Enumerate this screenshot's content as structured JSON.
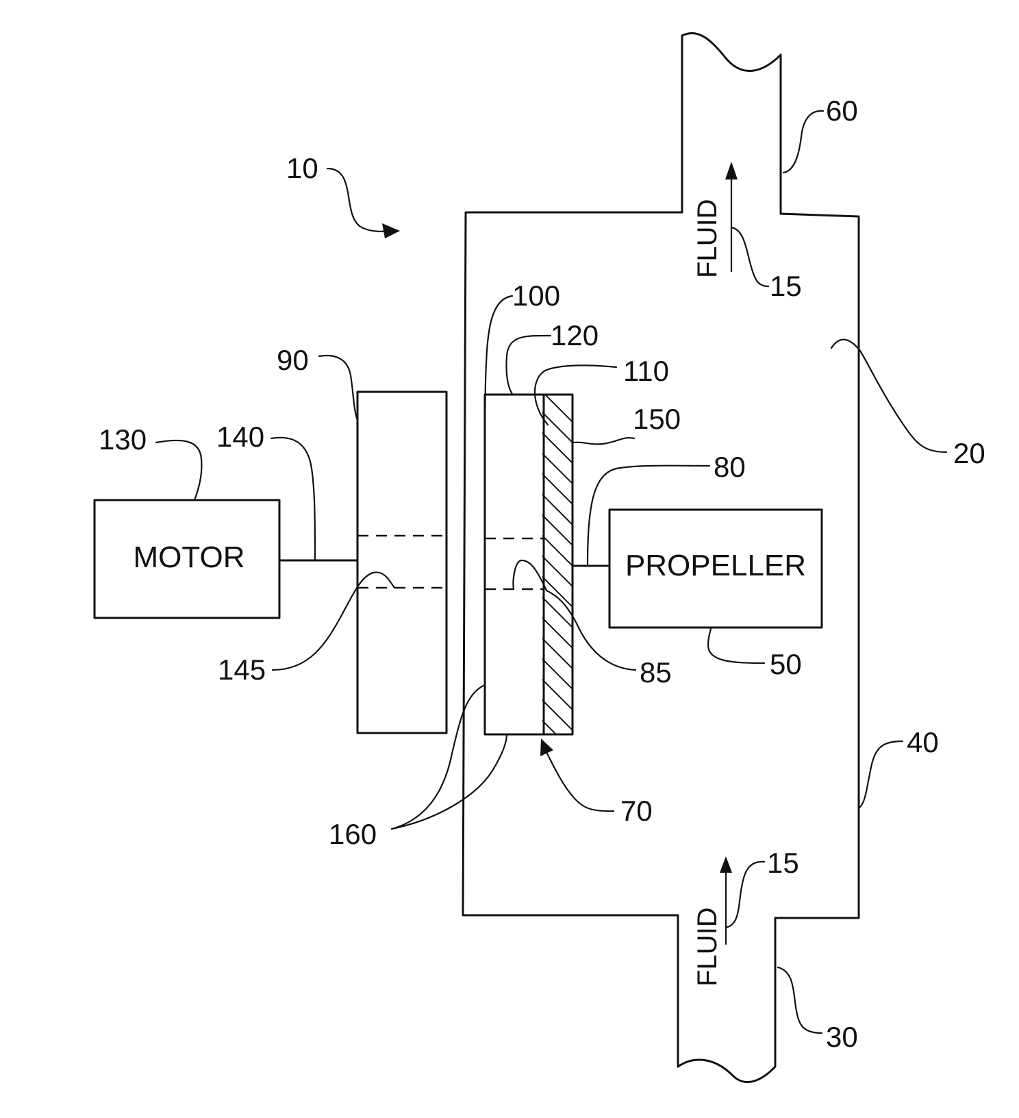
{
  "components": {
    "motor_label": "MOTOR",
    "propeller_label": "PROPELLER",
    "fluid_top_label": "FLUID",
    "fluid_bottom_label": "FLUID"
  },
  "reference_numerals": {
    "n10": "10",
    "n15_top": "15",
    "n15_bottom": "15",
    "n20": "20",
    "n30": "30",
    "n40": "40",
    "n50": "50",
    "n60": "60",
    "n70": "70",
    "n80": "80",
    "n85": "85",
    "n90": "90",
    "n100": "100",
    "n110": "110",
    "n120": "120",
    "n130": "130",
    "n140": "140",
    "n145": "145",
    "n150": "150",
    "n160": "160"
  }
}
